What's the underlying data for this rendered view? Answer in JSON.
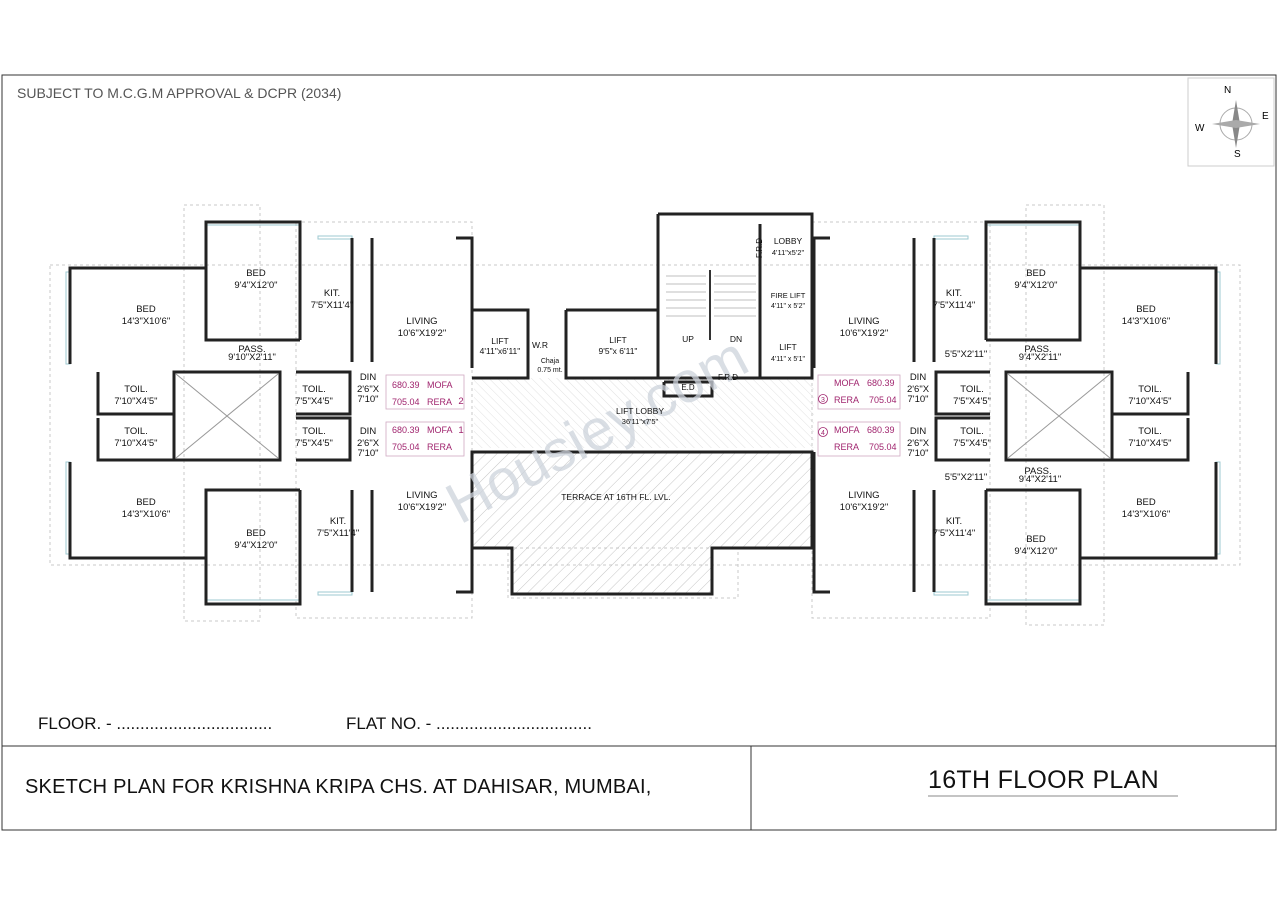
{
  "header": {
    "approval_note": "SUBJECT TO M.C.G.M APPROVAL & DCPR (2034)"
  },
  "compass": {
    "n": "N",
    "e": "E",
    "s": "S",
    "w": "W"
  },
  "rooms": {
    "bed": "BED",
    "kit": "KIT.",
    "living": "LIVING",
    "toil": "TOIL.",
    "din": "DIN",
    "pass": "PASS.",
    "lift": "LIFT",
    "lobby": "LOBBY",
    "fire_lift": "FIRE LIFT",
    "up": "UP",
    "dn": "DN",
    "frd": "F.R.D",
    "ed": "E.D",
    "wr": "W.R",
    "chaja": "Chaja",
    "lift_lobby": "LIFT LOBBY",
    "terrace": "TERRACE AT 16TH FL. LVL."
  },
  "dims": {
    "bed_a": "14'3\"X10'6\"",
    "bed_b": "9'4\"X12'0\"",
    "kit": "7'5\"X11'4\"",
    "living": "10'6\"X19'2\"",
    "toil_a": "7'10\"X4'5\"",
    "toil_b": "7'5\"X4'5\"",
    "din_a": "2'6\"X",
    "din_b": "7'10\"",
    "pass": "9'10\"X2'11\"",
    "pass_r": "9'4\"X2'11\"",
    "p5": "5'5\"X2'11\"",
    "lift_a": "4'11\"x6'11\"",
    "lift_b": "9'5\"x 6'11\"",
    "lobby": "4'11\"x5'2\"",
    "fire_lift": "4'11\" x 5'2\"",
    "lift_c": "4'11\" x 5'1\"",
    "chaja": "0.75 mt.",
    "lift_lobby": "36'11\"x7'5\""
  },
  "areas": {
    "mofa_value": "680.39",
    "mofa_label": "MOFA",
    "rera_value": "705.04",
    "rera_label": "RERA"
  },
  "flats": {
    "f1": "1",
    "f2": "2",
    "f3": "3",
    "f4": "4"
  },
  "watermark": "Housiey.com",
  "form": {
    "floor_label": "FLOOR. - .................................",
    "flat_label": "FLAT NO. - ................................."
  },
  "footer": {
    "sketch_title": "SKETCH PLAN FOR  KRISHNA KRIPA CHS.  AT DAHISAR, MUMBAI,",
    "plan_title": "16TH FLOOR PLAN"
  },
  "colors": {
    "wall": "#222222",
    "area_text": "#a0246e",
    "window": "#9ec8d0",
    "watermark": "#cdd3dc"
  }
}
